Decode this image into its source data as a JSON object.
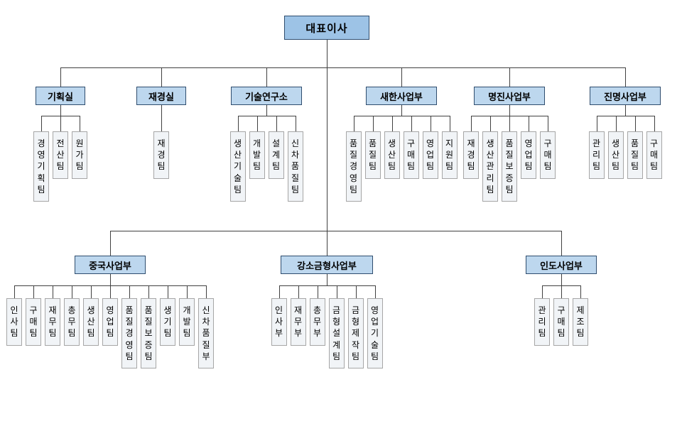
{
  "chart_data": {
    "type": "org-chart",
    "root": {
      "label": "대표이사"
    },
    "groups": [
      {
        "label": "기획실",
        "teams": [
          "경영기획팀",
          "전산팀",
          "원가팀"
        ]
      },
      {
        "label": "재경실",
        "teams": [
          "재경팀"
        ]
      },
      {
        "label": "기술연구소",
        "teams": [
          "생산기술팀",
          "개발팀",
          "설계팀",
          "신차품질팀"
        ]
      },
      {
        "label": "새한사업부",
        "teams": [
          "품질경영팀",
          "품질팀",
          "생산팀",
          "구매팀",
          "영업팀",
          "지원팀"
        ]
      },
      {
        "label": "명진사업부",
        "teams": [
          "재경팀",
          "생산관리팀",
          "품질보증팀",
          "영업팀",
          "구매팀"
        ]
      },
      {
        "label": "진명사업부",
        "teams": [
          "관리팀",
          "생산팀",
          "품질팀",
          "구매팀"
        ]
      },
      {
        "label": "중국사업부",
        "teams": [
          "인사팀",
          "구매팀",
          "재무팀",
          "총무팀",
          "생산팀",
          "영업팀",
          "품질경영팀",
          "품질보증팀",
          "생기팀",
          "개발팀",
          "신차품질부"
        ]
      },
      {
        "label": "강소금형사업부",
        "teams": [
          "인사부",
          "재무부",
          "총무부",
          "금형설계팀",
          "금형제작팀",
          "영업기술팀"
        ]
      },
      {
        "label": "인도사업부",
        "teams": [
          "관리팀",
          "구매팀",
          "제조팀"
        ]
      }
    ],
    "colors": {
      "root_fill": "#9DC3E6",
      "dept_fill": "#BDD7EE",
      "team_fill": "#F1F4F7",
      "line": "#404040"
    }
  }
}
